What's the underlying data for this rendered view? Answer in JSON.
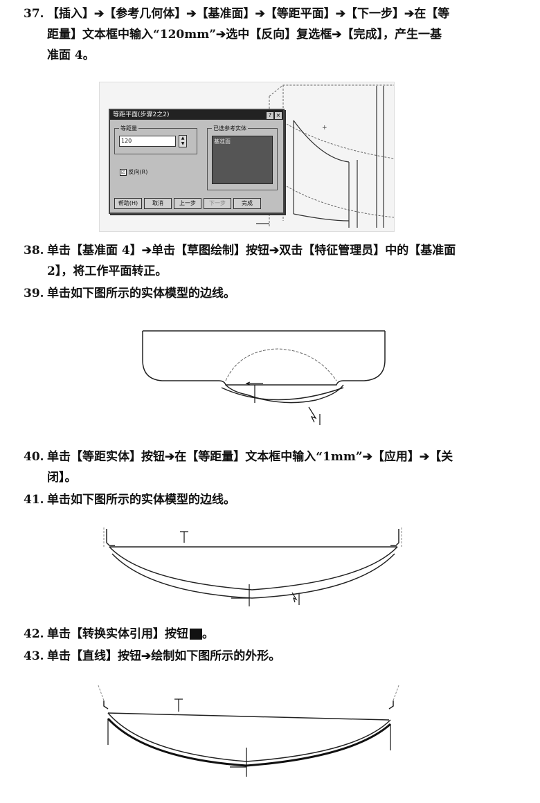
{
  "steps": [
    {
      "num": "37.",
      "text": "【插入】➔【参考几何体】➔【基准面】➔【等距平面】➔【下一步】➔在【等",
      "cont1": "距量】文本框中输入“120mm”➔选中【反向】复选框➔【完成】，产生一基",
      "cont2": "准面 4。"
    },
    {
      "num": "38.",
      "text": "单击【基准面 4】➔单击【草图绘制】按钮➔双击【特征管理员】中的【基准面",
      "cont1": "2】，将工作平面转正。"
    },
    {
      "num": "39.",
      "text": "单击如下图所示的实体模型的边线。"
    },
    {
      "num": "40.",
      "text": "单击【等距实体】按钮➔在【等距量】文本框中输入“1mm”➔【应用】➔【关",
      "cont1": "闭】。"
    },
    {
      "num": "41.",
      "text": "单击如下图所示的实体模型的边线。"
    },
    {
      "num": "42.",
      "text": "单击【转换实体引用】按钮",
      "suffix": "。"
    },
    {
      "num": "43.",
      "text": "单击【直线】按钮➔绘制如下图所示的外形。"
    }
  ],
  "dialog": {
    "title": "等距平面(步骤2之2)",
    "distance_group": "等距量",
    "distance_value": "120",
    "reverse_label": "反向(R)",
    "reverse_checked": "☑",
    "selected_group": "已选参考实体",
    "selected_item": "基准面",
    "buttons": [
      "帮助(H)",
      "取消",
      "上一步",
      "下一步",
      "完成"
    ]
  }
}
